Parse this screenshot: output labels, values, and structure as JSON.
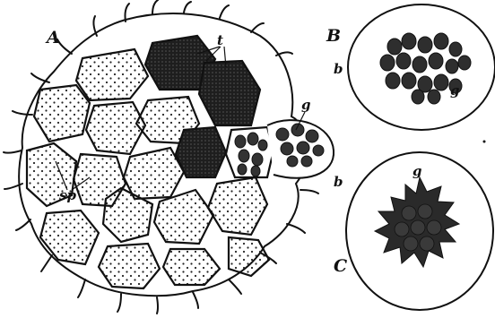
{
  "figure": {
    "panels": {
      "A": {
        "label": "A",
        "annotations": {
          "t": "t",
          "g": "g",
          "sp": "sp"
        }
      },
      "B": {
        "label": "B",
        "annotations": {
          "b": "b",
          "g": "g"
        }
      },
      "C": {
        "label": "C",
        "annotations": {
          "b": "b",
          "g": "g"
        }
      }
    },
    "colors": {
      "ink": "#111111",
      "paper": "#ffffff",
      "dark_cell": "#2a2a2a",
      "spore": "#3a3a3a"
    }
  }
}
